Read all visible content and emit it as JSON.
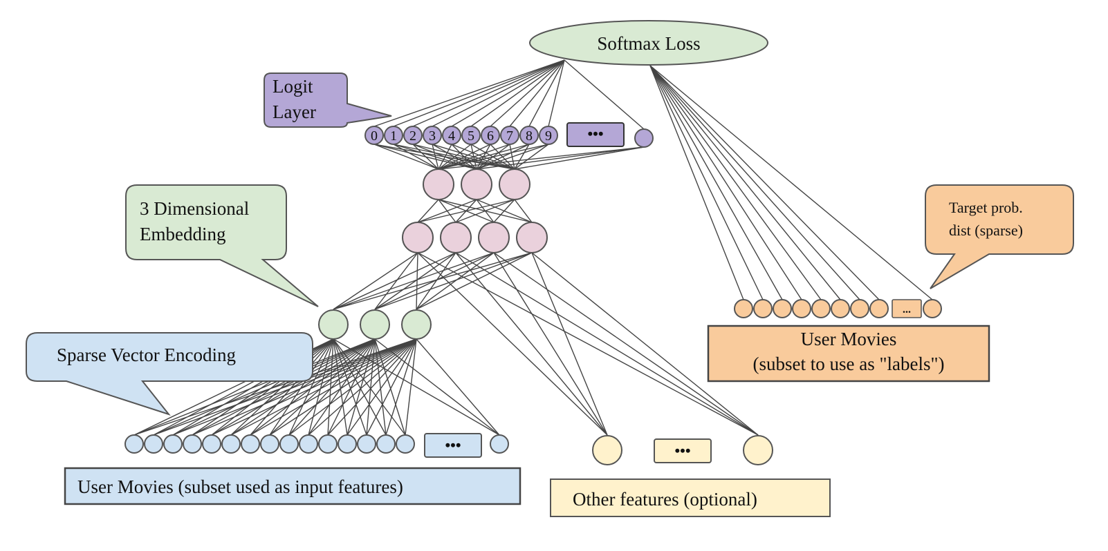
{
  "labels": {
    "softmax_loss": "Softmax Loss",
    "logit_layer_line1": "Logit",
    "logit_layer_line2": "Layer",
    "embedding_line1": "3 Dimensional",
    "embedding_line2": "Embedding",
    "sparse_vector": "Sparse Vector Encoding",
    "target_line1": "Target prob.",
    "target_line2": "dist (sparse)",
    "input_features_box": "User Movies (subset used as input features)",
    "other_features_box": "Other features (optional)",
    "label_movies_line1": "User Movies",
    "label_movies_line2": "(subset to use as \"labels\")",
    "ellipsis": "•••",
    "ellipsis_small": "..."
  },
  "logit_nodes": [
    "0",
    "1",
    "2",
    "3",
    "4",
    "5",
    "6",
    "7",
    "8",
    "9"
  ],
  "colors": {
    "green_fill": "#d9ead3",
    "purple_fill": "#b4a7d6",
    "pink_fill": "#ead1dc",
    "blue_fill": "#cfe2f3",
    "orange_fill": "#f9cb9c",
    "yellow_fill": "#fff2cc",
    "stroke": "#555555",
    "line": "#444444"
  }
}
